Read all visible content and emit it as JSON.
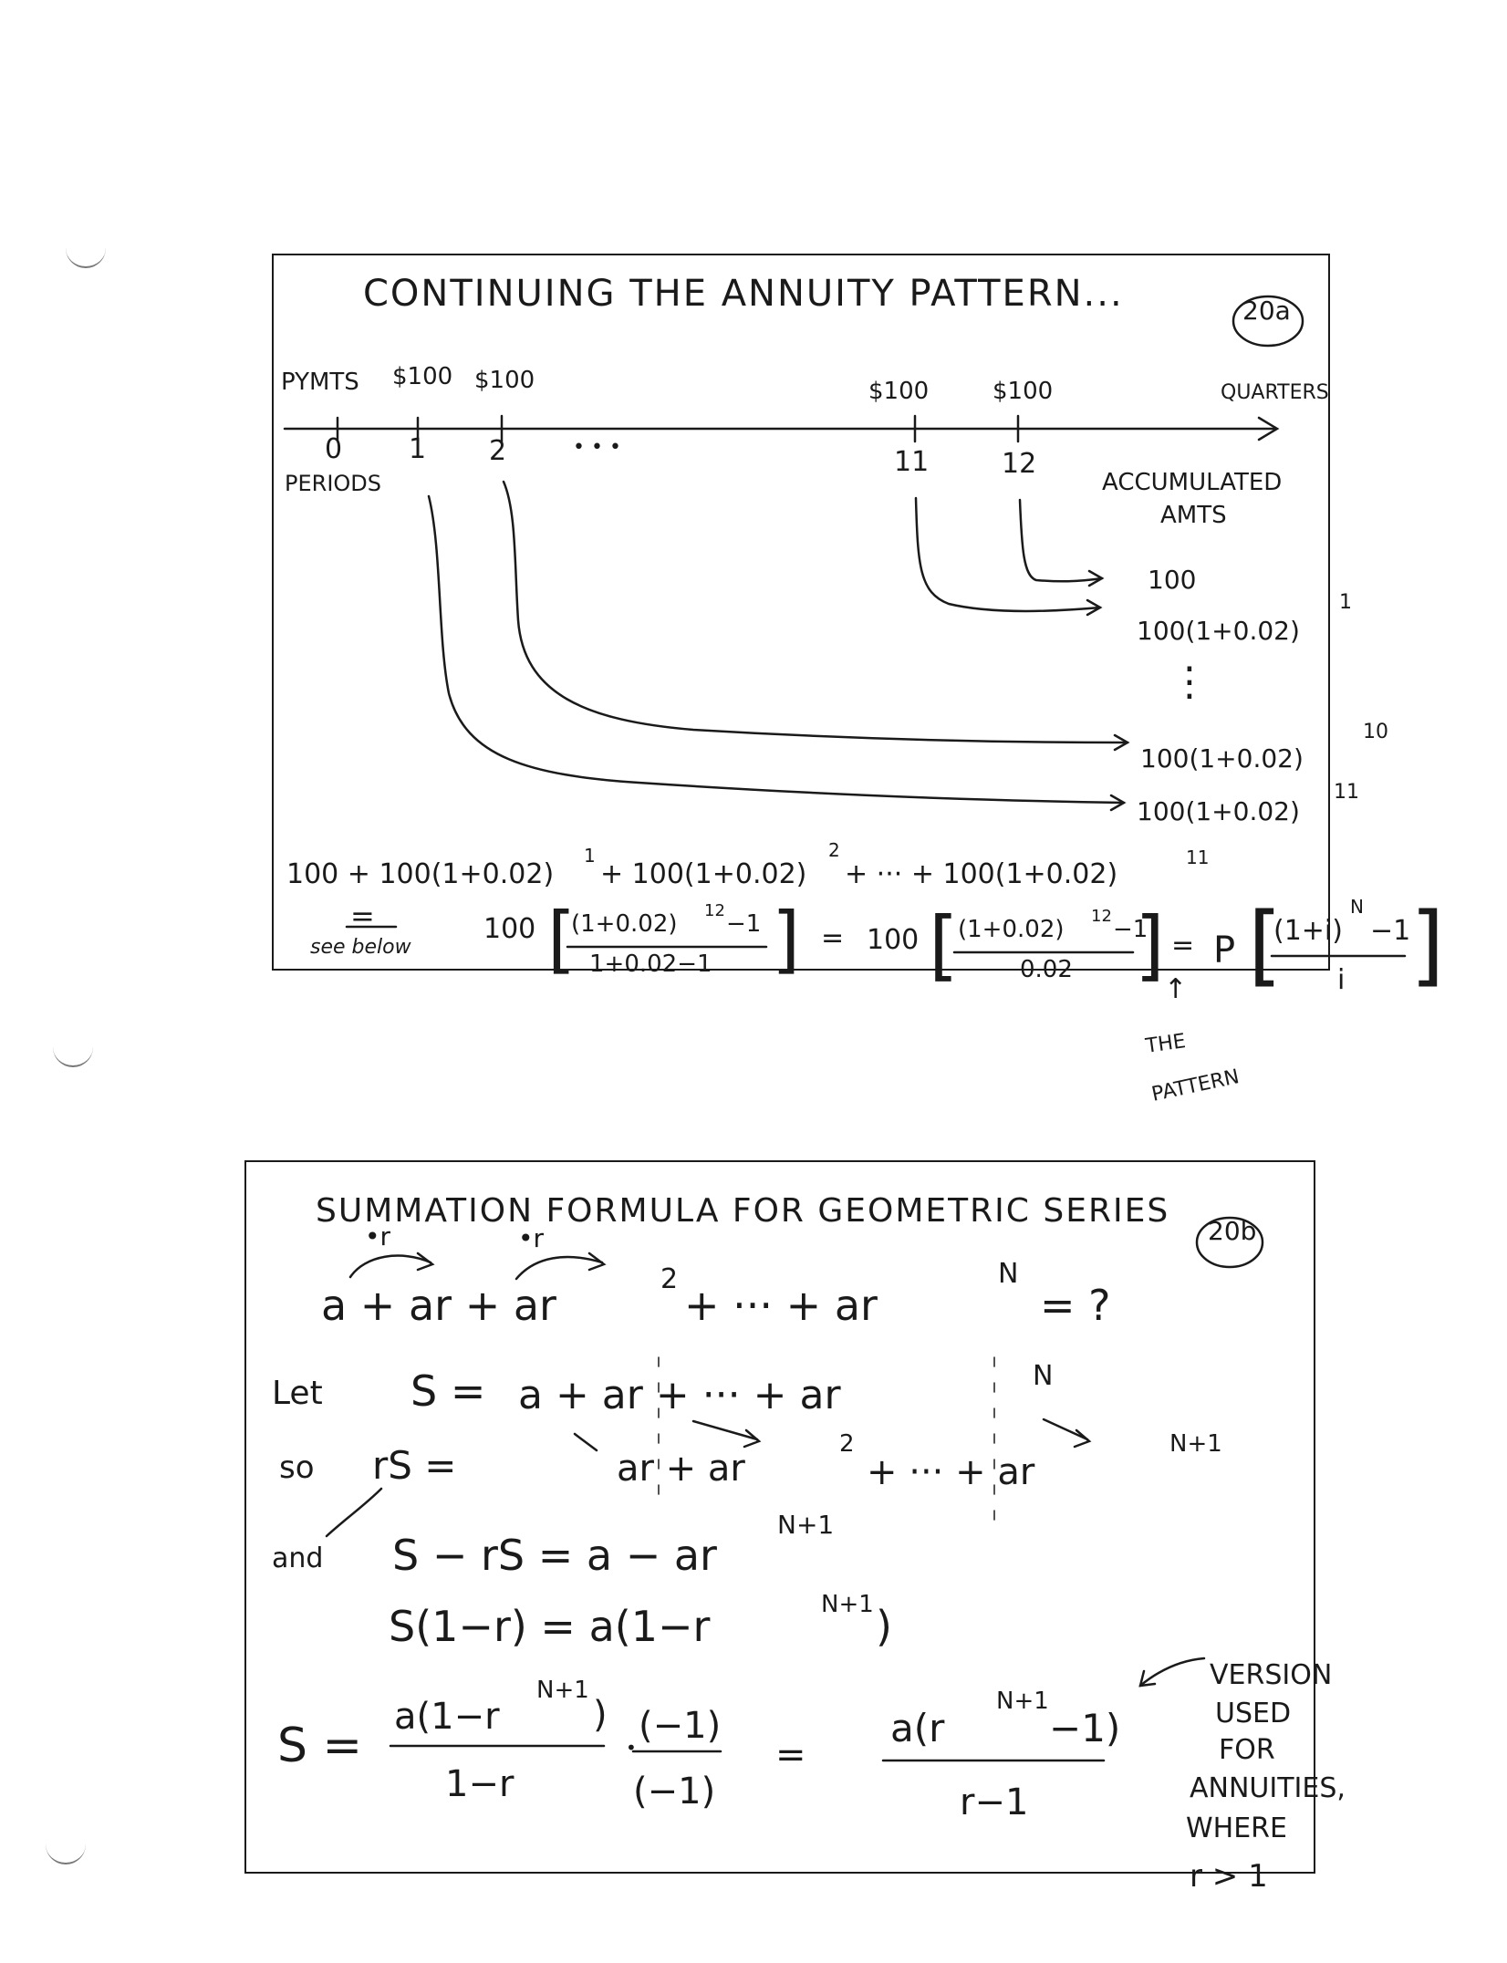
{
  "panel_a": {
    "title": "CONTINUING THE ANNUITY PATTERN...",
    "badge": "20a",
    "timeline": {
      "pymts_label": "PYMTS",
      "periods_label": "PERIODS",
      "quarters_label": "QUARTERS",
      "payment_1": "$100",
      "payment_2": "$100",
      "payment_11": "$100",
      "payment_12": "$100",
      "tick_0": "0",
      "tick_1": "1",
      "tick_2": "2",
      "tick_ellipsis": "• • •",
      "tick_11": "11",
      "tick_12": "12"
    },
    "accumulated": {
      "header_line1": "ACCUMULATED",
      "header_line2": "AMTS",
      "row_1": "100",
      "row_2_base": "100(1+0.02)",
      "row_2_exp": "1",
      "vdots": "⋮",
      "row_3_base": "100(1+0.02)",
      "row_3_exp": "10",
      "row_4_base": "100(1+0.02)",
      "row_4_exp": "11"
    },
    "sum_line": {
      "t1": "100 + 100(1+0.02)",
      "e1": "1",
      "t2": "+ 100(1+0.02)",
      "e2": "2",
      "t3": "+ ··· + 100(1+0.02)",
      "e3": "11"
    },
    "formula_line": {
      "eq_sign": "=",
      "see_below": "see below",
      "coef_1": "100",
      "num_1": "(1+0.02)",
      "num_1_exp": "12",
      "num_1_tail": "−1",
      "den_1": "1+0.02−1",
      "eq_2": "=",
      "coef_2": "100",
      "num_2": "(1+0.02)",
      "num_2_exp": "12",
      "num_2_tail": "−1",
      "den_2": "0.02",
      "eq_3": "=",
      "coef_p": "P",
      "num_p": "(1+i)",
      "num_p_exp": "N",
      "num_p_tail": "−1",
      "den_p": "i",
      "arrow": "↑",
      "the_pattern_1": "THE",
      "the_pattern_2": "PATTERN"
    }
  },
  "panel_b": {
    "title": "SUMMATION FORMULA FOR GEOMETRIC SERIES",
    "badge": "20b",
    "mult_1": "•r",
    "mult_2": "•r",
    "series": {
      "t1": "a + ar + ar",
      "e1": "2",
      "t2": "+ ··· + ar",
      "e2": "N",
      "t3": "= ?"
    },
    "let_label": "Let",
    "line_s": {
      "lhs": "S =",
      "rhs": "a + ar + ··· + ar",
      "exp": "N"
    },
    "so_label": "so",
    "line_rs": {
      "lhs": "rS =",
      "t1": "ar + ar",
      "e1": "2",
      "t2": "+ ··· + ar",
      "e2": "N+1"
    },
    "and_label": "and",
    "line_diff": {
      "text": "S − rS = a − ar",
      "exp": "N+1"
    },
    "line_factor": {
      "text": "S(1−r) = a(1−r",
      "exp": "N+1",
      "tail": ")"
    },
    "final": {
      "lhs": "S =",
      "num_1": "a(1−r",
      "num_1_exp": "N+1",
      "num_1_tail": ")",
      "den_1": "1−r",
      "dot": "•",
      "mult_num": "(−1)",
      "mult_den": "(−1)",
      "eq": "=",
      "num_2": "a(r",
      "num_2_exp": "N+1",
      "num_2_tail": "−1)",
      "den_2": "r−1"
    },
    "note": [
      "VERSION",
      "USED",
      "FOR",
      "ANNUITIES,",
      "WHERE",
      "r > 1"
    ]
  }
}
